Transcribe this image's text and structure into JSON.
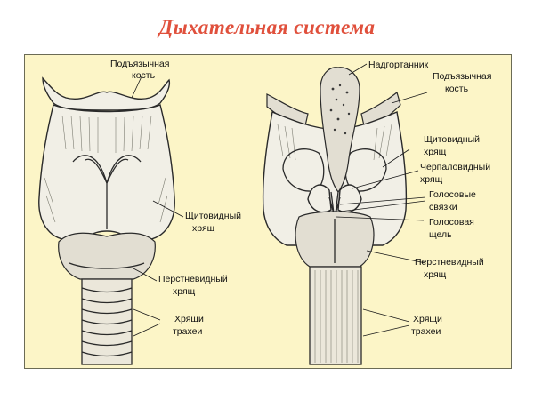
{
  "title": "Дыхательная система",
  "left_figure": {
    "labels": {
      "hyoid_line1": "Подъязычная",
      "hyoid_line2": "кость",
      "thyroid_line1": "Щитовидный",
      "thyroid_line2": "хрящ",
      "cricoid_line1": "Перстневидный",
      "cricoid_line2": "хрящ",
      "trachea_line1": "Хрящи",
      "trachea_line2": "трахеи"
    }
  },
  "right_figure": {
    "labels": {
      "epiglottis": "Надгортанник",
      "hyoid_line1": "Подъязычная",
      "hyoid_line2": "кость",
      "thyroid_line1": "Щитовидный",
      "thyroid_line2": "хрящ",
      "arytenoid_line1": "Черпаловидный",
      "arytenoid_line2": "хрящ",
      "vocal_cords_line1": "Голосовые",
      "vocal_cords_line2": "связки",
      "glottis_line1": "Голосовая",
      "glottis_line2": "щель",
      "cricoid_line1": "Перстневидный",
      "cricoid_line2": "хрящ",
      "trachea_line1": "Хрящи",
      "trachea_line2": "трахеи"
    }
  }
}
